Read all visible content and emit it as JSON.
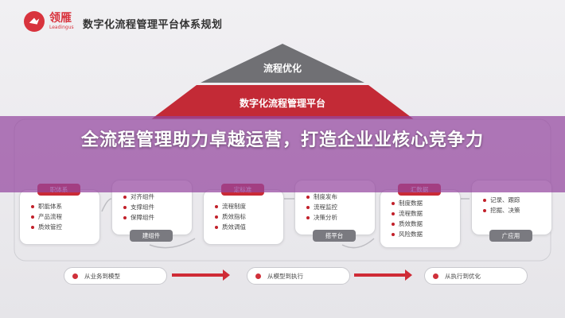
{
  "header": {
    "logo_cn": "领雁",
    "logo_en": "Leadingus",
    "title": "数字化流程管理平台体系规划"
  },
  "pyramid": {
    "top_label": "流程优化",
    "middle_label": "数字化流程管理平台"
  },
  "banner": {
    "text": "全流程管理助力卓越运营，打造企业业核心竞争力"
  },
  "cards": [
    {
      "tag": "职体系",
      "tag_color": "red",
      "items": [
        "职能体系",
        "产品流程",
        "质效管控"
      ]
    },
    {
      "tag": "建组件",
      "tag_color": "gray",
      "items": [
        "对齐组件",
        "支撑组件",
        "保障组件"
      ]
    },
    {
      "tag": "定标准",
      "tag_color": "red",
      "items": [
        "流程制度",
        "质效指标",
        "质效调值"
      ]
    },
    {
      "tag": "搭平台",
      "tag_color": "gray",
      "items": [
        "制度发布",
        "流程监控",
        "决策分析"
      ]
    },
    {
      "tag": "汇数据",
      "tag_color": "red",
      "items": [
        "制度数据",
        "流程数据",
        "质效数据",
        "风险数据"
      ]
    },
    {
      "tag": "广应用",
      "tag_color": "gray",
      "items": [
        "记录、跟踪",
        "挖掘、决策"
      ]
    }
  ],
  "flow": [
    {
      "label": "从业务到模型"
    },
    {
      "label": "从模型到执行"
    },
    {
      "label": "从执行到优化"
    }
  ],
  "colors": {
    "accent": "#c92a36",
    "banner": "#9446a0",
    "pyramid_top": "#707074",
    "pyramid_middle": "#c32a36"
  }
}
